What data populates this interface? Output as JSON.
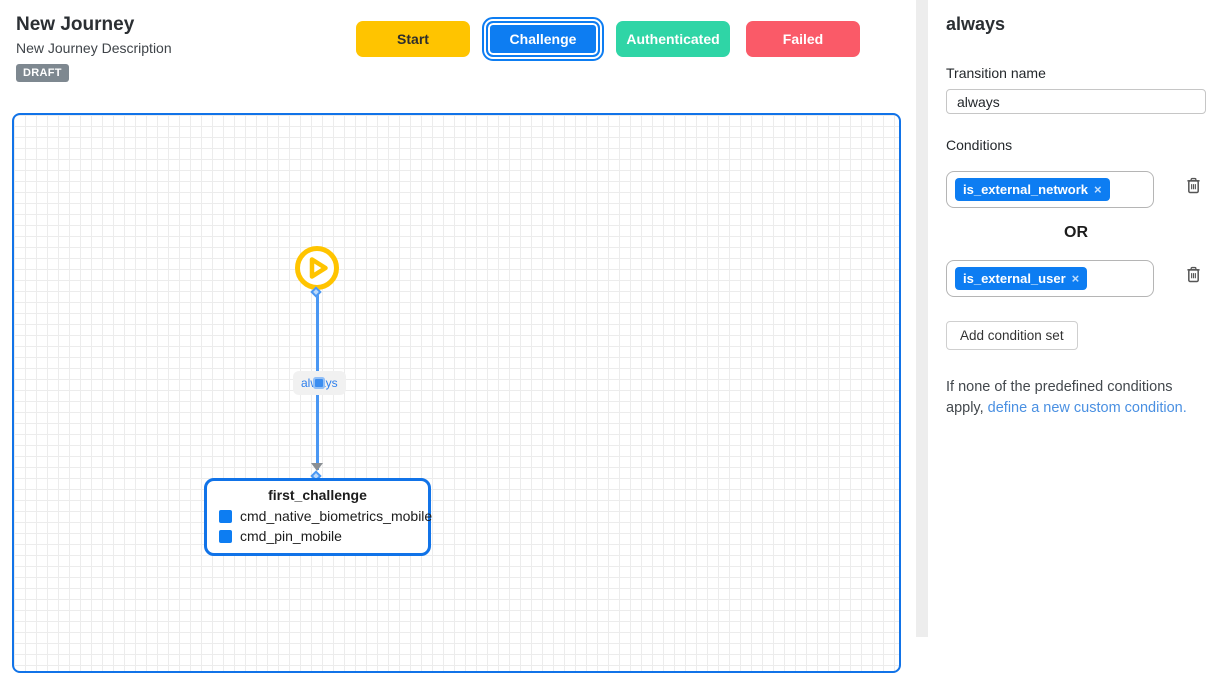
{
  "header": {
    "title": "New Journey",
    "subtitle": "New Journey Description",
    "status_badge": "DRAFT"
  },
  "state_buttons": [
    {
      "label": "Start",
      "color": "#FFC400",
      "selected": false
    },
    {
      "label": "Challenge",
      "color": "#0D7DF2",
      "selected": true
    },
    {
      "label": "Authenticated",
      "color": "#2FD5A6",
      "selected": false
    },
    {
      "label": "Failed",
      "color": "#FA5A68",
      "selected": false
    }
  ],
  "canvas": {
    "start_node": {
      "icon": "play-icon"
    },
    "edge": {
      "label": "always"
    },
    "node": {
      "title": "first_challenge",
      "commands": [
        "cmd_native_biometrics_mobile",
        "cmd_pin_mobile"
      ]
    }
  },
  "panel": {
    "heading": "always",
    "transition_name": {
      "label": "Transition name",
      "value": "always"
    },
    "conditions": {
      "label": "Conditions",
      "sets": [
        {
          "chips": [
            "is_external_network"
          ]
        },
        {
          "chips": [
            "is_external_user"
          ]
        }
      ],
      "or_label": "OR",
      "add_button": "Add condition set"
    },
    "footer": {
      "text": "If none of the predefined conditions apply, ",
      "link": "define a new custom condition."
    }
  },
  "icons": {
    "close": "×",
    "trash": "trash-icon",
    "play": "play-icon"
  },
  "colors": {
    "accent_blue": "#0D7DF2",
    "node_border_blue": "#1173E8",
    "edge_blue": "#4A97F3",
    "start_yellow": "#FFC400",
    "authenticated_teal": "#2FD5A6",
    "failed_red": "#FA5A68",
    "badge_gray": "#7E8890",
    "link_blue": "#4A90E2",
    "grid_gray": "#ECECEC"
  }
}
